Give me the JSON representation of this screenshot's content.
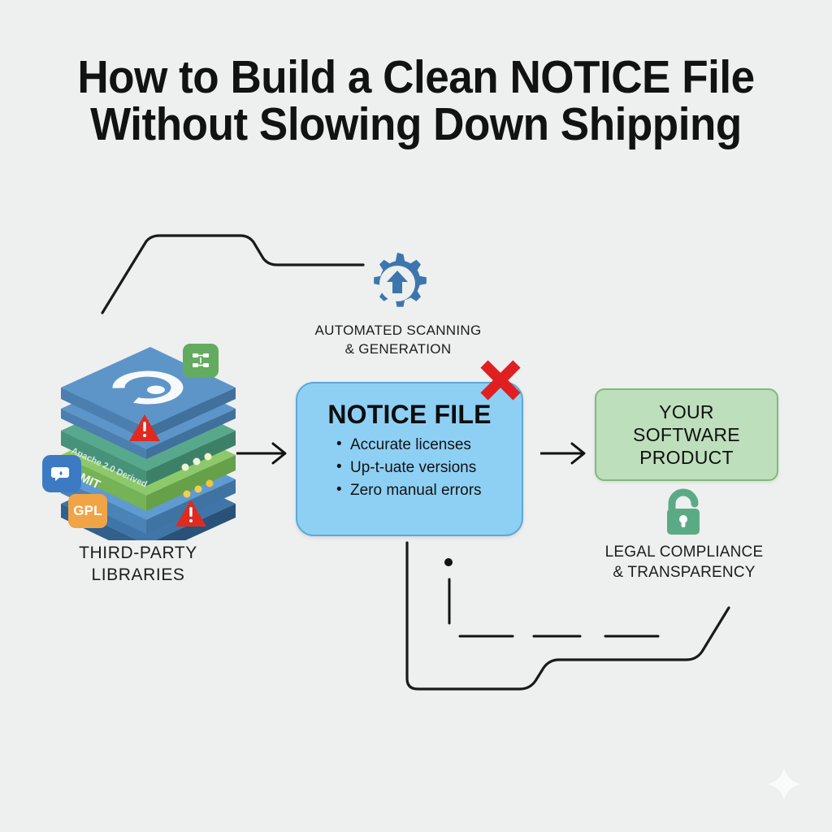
{
  "background_color": "#eeefef",
  "title": {
    "line1": "How to Build a Clean NOTICE File",
    "line2": "Without Slowing Down Shipping"
  },
  "stack": {
    "label_line1": "THIRD-PARTY",
    "label_line2": "LIBRARIES",
    "layer_texts": [
      "Apache 2.0 Derived",
      "MIT"
    ],
    "badges": [
      {
        "name": "dependency-graph-badge",
        "text": "",
        "color": "#63ab5e"
      },
      {
        "name": "attribution-badge",
        "text": "",
        "color": "#3c7bc4"
      },
      {
        "name": "gpl-license-badge",
        "text": "GPL",
        "color": "#f0a445"
      }
    ],
    "warning_icon": "warning-triangle-icon",
    "top_logo_icon": "package-circle-icon"
  },
  "automation": {
    "icon": "gear-upload-icon",
    "icon_color": "#3d76ad",
    "label_line1": "AUTOMATED SCANNING",
    "label_line2": "& GENERATION"
  },
  "notice_file": {
    "title": "NOTICE FILE",
    "bullets": [
      "Accurate licenses",
      "Up-t-uate versions",
      "Zero manual errors"
    ],
    "fill_color": "#8ed0f4",
    "border_color": "#5ba8d8",
    "reject_mark": "red-x-icon",
    "reject_color": "#e02020"
  },
  "product": {
    "label_line1": "YOUR",
    "label_line2": "SOFTWARE",
    "label_line3": "PRODUCT",
    "fill_color": "#bddfbb",
    "border_color": "#7fb97c"
  },
  "compliance": {
    "icon": "unlocked-padlock-icon",
    "icon_color": "#5aab85",
    "label_line1": "LEGAL COMPLIANCE",
    "label_line2": "& TRANSPARENCY"
  },
  "decor": {
    "sparkle_icon": "sparkle-icon",
    "arrow_left_to_notice": "arrow-right-icon",
    "arrow_notice_to_product": "arrow-right-icon",
    "line_color": "#1a1a1a"
  }
}
